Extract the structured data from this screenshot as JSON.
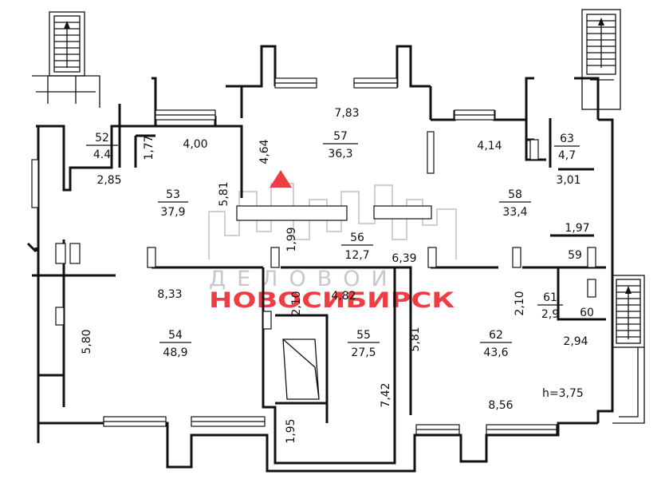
{
  "rooms": [
    {
      "id": "52",
      "area": "4.4"
    },
    {
      "id": "53",
      "area": "37,9"
    },
    {
      "id": "54",
      "area": "48,9"
    },
    {
      "id": "55",
      "area": "27,5"
    },
    {
      "id": "56",
      "area": "12,7"
    },
    {
      "id": "57",
      "area": "36,3"
    },
    {
      "id": "58",
      "area": "33,4"
    },
    {
      "id": "59"
    },
    {
      "id": "60"
    },
    {
      "id": "61",
      "area": "2,9"
    },
    {
      "id": "62",
      "area": "43,6"
    },
    {
      "id": "63",
      "area": "4,7"
    }
  ],
  "dimensions": [
    "7,83",
    "4,00",
    "4,64",
    "1,77",
    "2,85",
    "5,81",
    "4,14",
    "3,01",
    "1,97",
    "1,99",
    "6,39",
    "8,33",
    "2,10",
    "4,82",
    "2,10",
    "5,80",
    "5,81",
    "2,94",
    "7,42",
    "8,56",
    "1,95"
  ],
  "ceiling_height": "h=3,75",
  "watermark": {
    "word": "ДЕЛОВОЙ",
    "city": "НОВОСИБИРСК",
    "accent_color": "#ee3d43"
  }
}
